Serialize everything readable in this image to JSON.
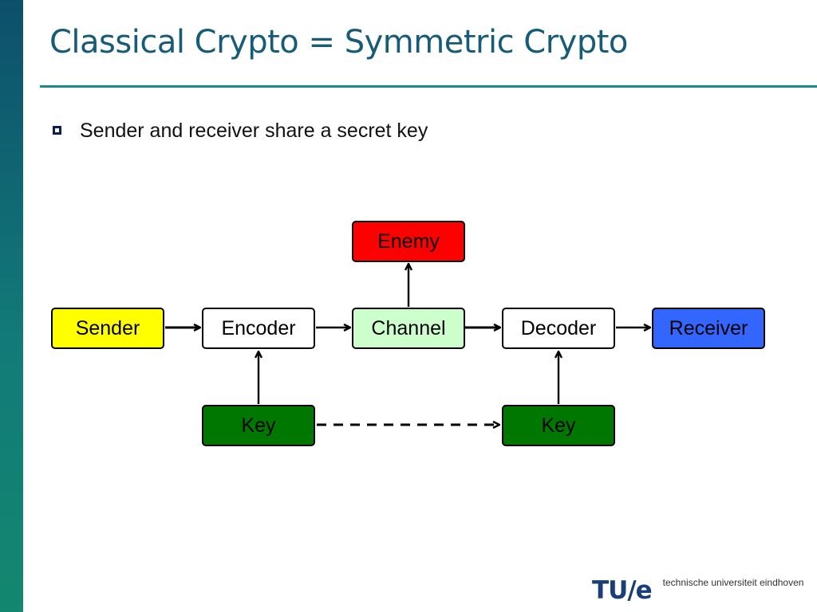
{
  "slide": {
    "title": "Classical Crypto = Symmetric Crypto",
    "bullet": "Sender and receiver share a secret key"
  },
  "diagram": {
    "nodes": {
      "enemy": "Enemy",
      "sender": "Sender",
      "encoder": "Encoder",
      "channel": "Channel",
      "decoder": "Decoder",
      "receiver": "Receiver",
      "key_left": "Key",
      "key_right": "Key"
    }
  },
  "colors": {
    "title": "#165c78",
    "rule": "#1e8a86",
    "sender": "#ffff00",
    "encoder": "#ffffff",
    "channel": "#ccffcc",
    "decoder": "#ffffff",
    "receiver": "#3366ff",
    "enemy": "#ff0000",
    "key": "#007700"
  },
  "footer": {
    "logo_mark": "TU/e",
    "logo_tagline": "technische universiteit eindhoven"
  }
}
